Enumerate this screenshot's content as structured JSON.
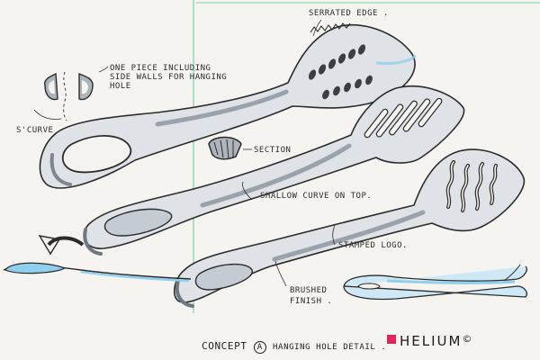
{
  "annotations": {
    "serrated_edge": "SERRATED EDGE .",
    "one_piece": [
      "ONE PIECE INCLUDING",
      "SIDE WALLS FOR HANGING",
      "HOLE"
    ],
    "s_curve": "S'CURVE",
    "section": "SECTION",
    "shallow_curve": "SHALLOW CURVE ON TOP.",
    "stamped_logo": "STAMPED LOGO.",
    "brushed_finish": [
      "BRUSHED",
      "FINISH ."
    ]
  },
  "footer": {
    "concept_label": "CONCEPT",
    "concept_letter": "A",
    "detail_label": "HANGING HOLE DETAIL .",
    "brand": "HELIUM",
    "copyright": "©"
  },
  "colors": {
    "paper": "#f5f4f0",
    "frame_line": "#7fd6a8",
    "ink": "#2b2b2b",
    "grey_shade": "#aeb4bb",
    "blue_highlight": "#8fd0ee",
    "brand_square": "#e0245e"
  }
}
